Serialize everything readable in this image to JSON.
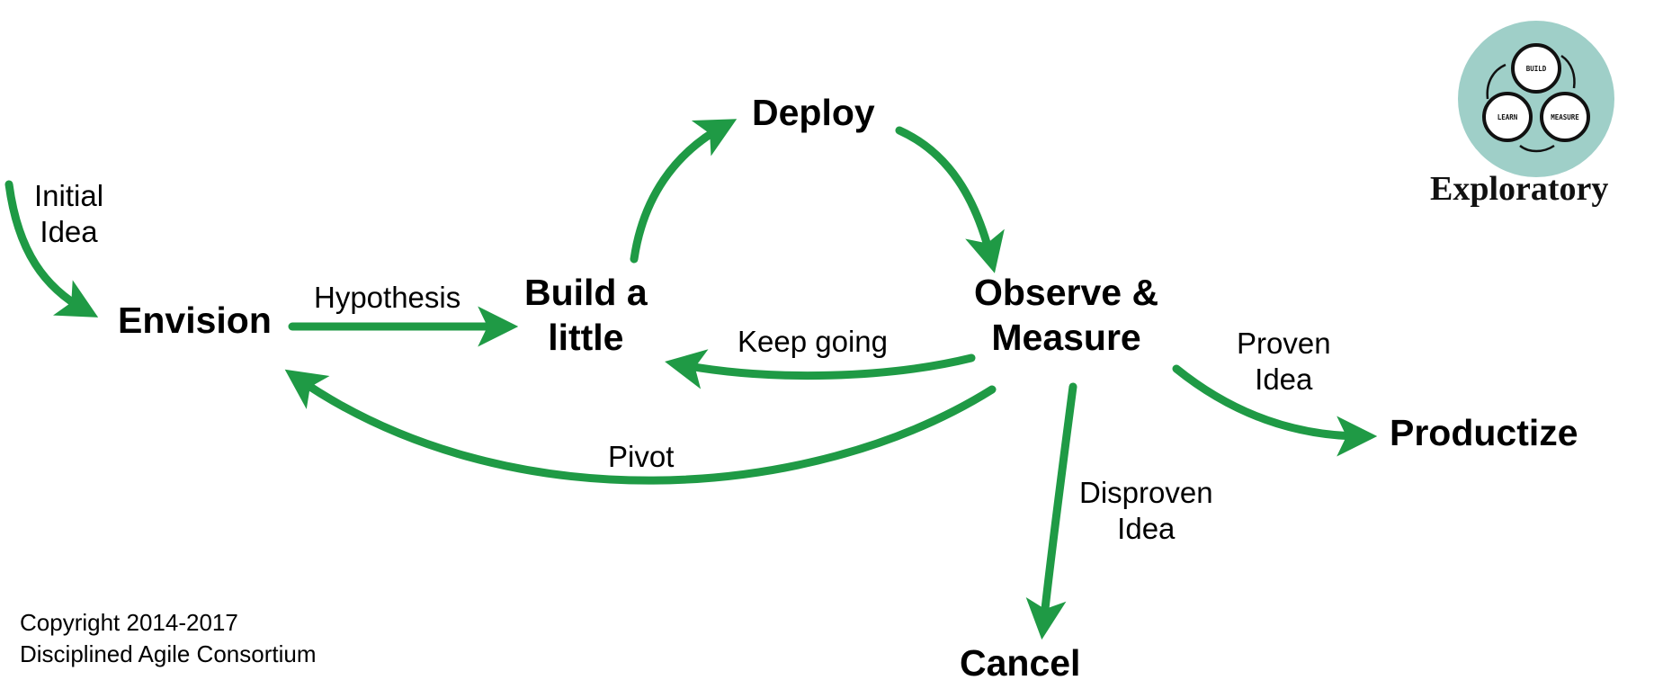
{
  "nodes": {
    "envision": "Envision",
    "build_line1": "Build a",
    "build_line2": "little",
    "deploy": "Deploy",
    "observe_line1": "Observe &",
    "observe_line2": "Measure",
    "productize": "Productize",
    "cancel": "Cancel"
  },
  "edges": {
    "initial_line1": "Initial",
    "initial_line2": "Idea",
    "hypothesis": "Hypothesis",
    "keep_going": "Keep going",
    "pivot": "Pivot",
    "proven_line1": "Proven",
    "proven_line2": "Idea",
    "disproven_line1": "Disproven",
    "disproven_line2": "Idea"
  },
  "badge": {
    "title": "Exploratory",
    "build": "BUILD",
    "learn": "LEARN",
    "measure": "MEASURE"
  },
  "footer": {
    "line1": "Copyright 2014-2017",
    "line2": "Disciplined Agile Consortium"
  },
  "colors": {
    "arrow": "#1f9a45",
    "badge_bg": "#9fcfc8"
  }
}
